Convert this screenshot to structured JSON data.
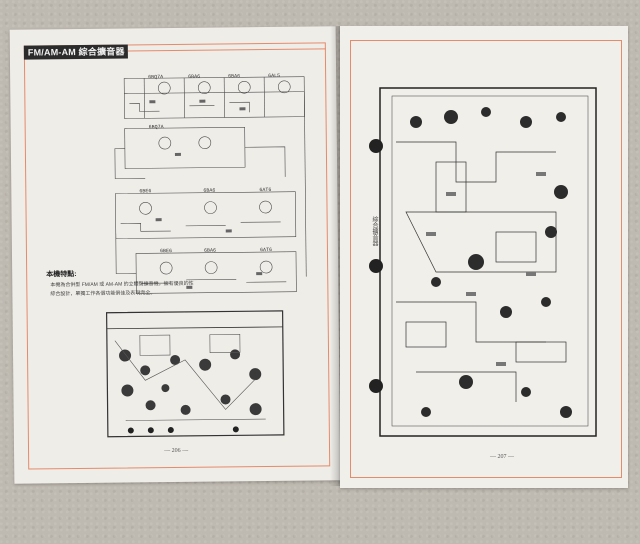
{
  "left_page": {
    "header_title": "FM/AM-AM 綜合擴音器",
    "tube_labels": [
      "6BQ7A",
      "6BA6",
      "6BA6",
      "6AL5",
      "6BQ7A",
      "6BE6",
      "6BA6",
      "6AT6",
      "6BE6",
      "6BA6",
      "6AT6"
    ],
    "section_title": "本機特點:",
    "description_lines": [
      "本機為合倂型 FM/AM 或 AM-AM 的立體聲擴音機，擁有優良的性",
      "綜合設計，單獨工作各個功能俱佳及表現完全。"
    ],
    "page_number": "— 206 —"
  },
  "right_page": {
    "side_label": "綜合擴音器",
    "page_number": "— 207 —"
  },
  "colors": {
    "frame": "#e58a6a",
    "paper": "#efede8",
    "header_bg": "#2b2b2b",
    "background": "#bfbab1"
  }
}
